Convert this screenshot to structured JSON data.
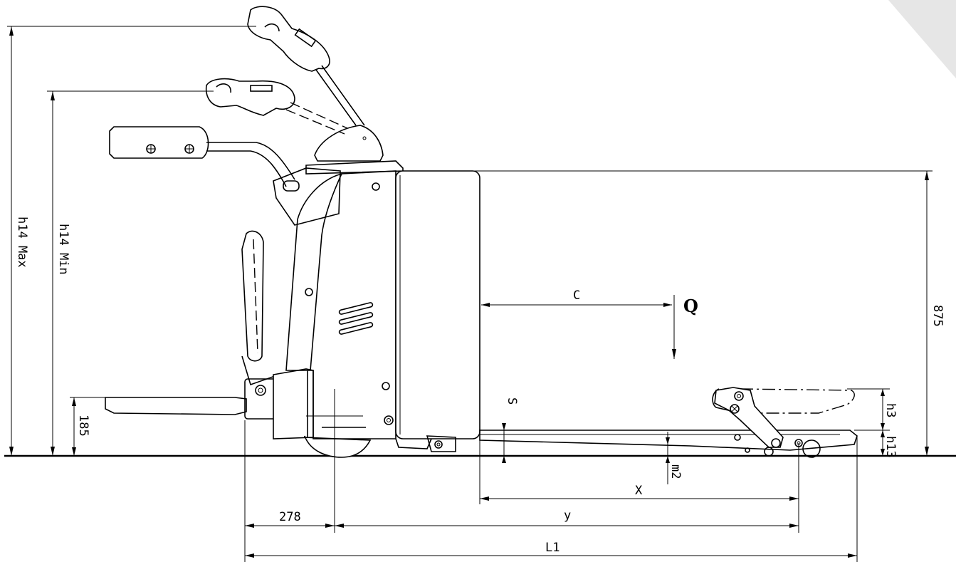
{
  "labels": {
    "h14_max": "h14 Max",
    "h14_min": "h14 Min",
    "c": "C",
    "q": "Q",
    "height_875": "875",
    "height_185": "185",
    "s": "S",
    "h3": "h3",
    "h13": "h13",
    "m2": "m2",
    "x": "X",
    "len_278": "278",
    "y": "y",
    "l1": "L1"
  }
}
